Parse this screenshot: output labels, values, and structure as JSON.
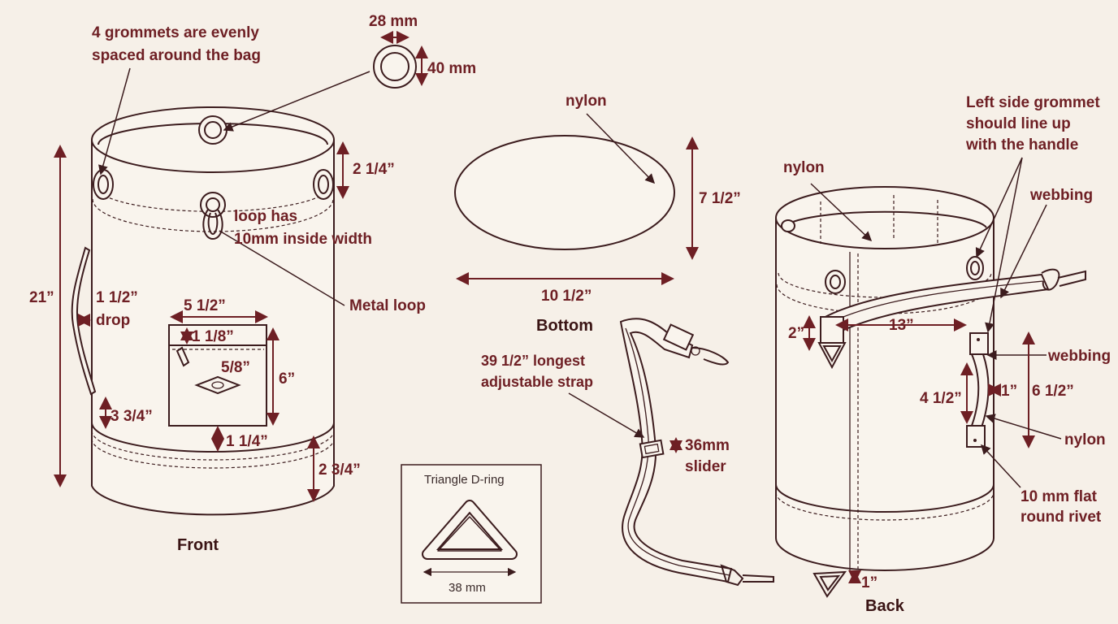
{
  "labels": {
    "grommets_note_1": "4 grommets are evenly",
    "grommets_note_2": "spaced around the bag",
    "grommet_width": "28 mm",
    "grommet_height": "40 mm",
    "top_band": "2 1/4”",
    "loop_note_1": "loop has",
    "loop_note_2": "10mm inside width",
    "metal_loop": "Metal loop",
    "height_21": "21”",
    "handle_drop_1": "1 1/2”",
    "handle_drop_2": "drop",
    "pocket_width": "5 1/2”",
    "pocket_zip": "1 1/8”",
    "pocket_58": "5/8”",
    "pocket_height": "6”",
    "pocket_bottom": "3 3/4”",
    "pocket_gap": "1 1/4”",
    "bottom_band": "2 3/4”",
    "front": "Front",
    "nylon_bottom": "nylon",
    "bottom_depth": "7 1/2”",
    "bottom_width": "10 1/2”",
    "bottom": "Bottom",
    "strap_note_1": "39 1/2” longest",
    "strap_note_2": "adjustable strap",
    "slider_1": "36mm",
    "slider_2": "slider",
    "dring_title": "Triangle D-ring",
    "dring_width": "38 mm",
    "nylon_back": "nylon",
    "left_grommet_1": "Left side grommet",
    "left_grommet_2": "should line up",
    "left_grommet_3": "with the handle",
    "webbing_top": "webbing",
    "back_2": "2”",
    "back_13": "13”",
    "webbing_mid": "webbing",
    "back_412": "4 1/2”",
    "back_1": "1”",
    "back_612": "6 1/2”",
    "nylon_handle": "nylon",
    "rivet_1": "10 mm flat",
    "rivet_2": "round rivet",
    "back_bottom_1": "1”",
    "back": "Back"
  },
  "colors": {
    "label": "#6e1f24",
    "line": "#3c1c1e",
    "background": "#f6f0e8"
  }
}
